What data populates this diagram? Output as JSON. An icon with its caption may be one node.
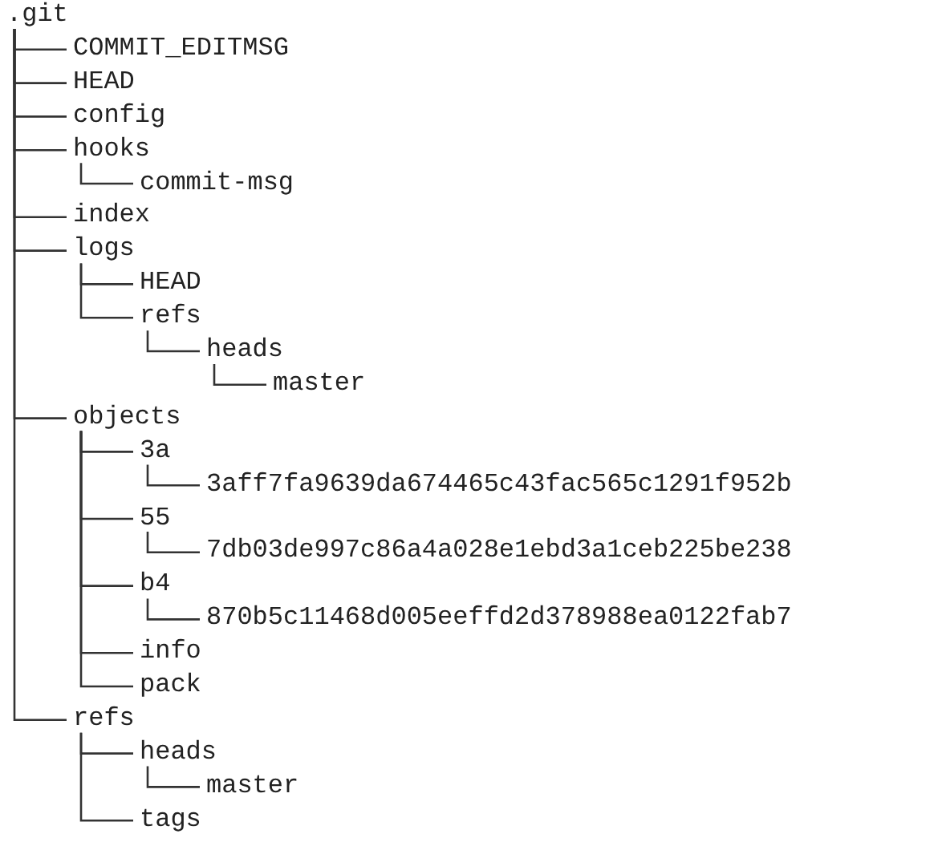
{
  "diagram": {
    "nodes": [
      {
        "text": [
          ".git"
        ]
      },
      {
        "text": [
          "COMMIT_EDITMSG"
        ]
      },
      {
        "text": [
          "HEAD"
        ]
      },
      {
        "text": [
          "config"
        ]
      },
      {
        "text": [
          "hooks"
        ]
      },
      {
        "text": [
          "commit-msg"
        ]
      },
      {
        "text": [
          "index"
        ]
      },
      {
        "text": [
          "logs"
        ]
      },
      {
        "text": [
          "HEAD"
        ]
      },
      {
        "text": [
          "refs"
        ]
      },
      {
        "text": [
          "heads"
        ]
      },
      {
        "text": [
          "master"
        ]
      },
      {
        "text": [
          "objects"
        ]
      },
      {
        "text": [
          "3a"
        ]
      },
      {
        "text": [
          "3aff7fa9639da674465c43fac565c1291f952b"
        ]
      },
      {
        "text": [
          "55"
        ]
      },
      {
        "text": [
          "7db03de997c86a4a028e1ebd3a1ceb225be238"
        ]
      },
      {
        "text": [
          "b4"
        ]
      },
      {
        "text": [
          "870b5c11468d005eeffd2d378988ea0122fab7"
        ]
      },
      {
        "text": [
          "info"
        ]
      },
      {
        "text": [
          "pack"
        ]
      },
      {
        "text": [
          "refs"
        ]
      },
      {
        "text": [
          "heads"
        ]
      },
      {
        "text": [
          "master"
        ]
      },
      {
        "text": [
          "tags"
        ]
      }
    ],
    "edges": [
      {
        "from": 0,
        "to": 1,
        "arrow": "none"
      },
      {
        "from": 0,
        "to": 2,
        "arrow": "none"
      },
      {
        "from": 0,
        "to": 3,
        "arrow": "none"
      },
      {
        "from": 0,
        "to": 4,
        "arrow": "none"
      },
      {
        "from": 4,
        "to": 5,
        "arrow": "none"
      },
      {
        "from": 0,
        "to": 6,
        "arrow": "none"
      },
      {
        "from": 0,
        "to": 7,
        "arrow": "none"
      },
      {
        "from": 7,
        "to": 8,
        "arrow": "none"
      },
      {
        "from": 7,
        "to": 9,
        "arrow": "none"
      },
      {
        "from": 9,
        "to": 10,
        "arrow": "none"
      },
      {
        "from": 10,
        "to": 11,
        "arrow": "none"
      },
      {
        "from": 0,
        "to": 12,
        "arrow": "none"
      },
      {
        "from": 12,
        "to": 13,
        "arrow": "none"
      },
      {
        "from": 13,
        "to": 14,
        "arrow": "none"
      },
      {
        "from": 12,
        "to": 15,
        "arrow": "none"
      },
      {
        "from": 15,
        "to": 16,
        "arrow": "none"
      },
      {
        "from": 12,
        "to": 17,
        "arrow": "none"
      },
      {
        "from": 17,
        "to": 18,
        "arrow": "none"
      },
      {
        "from": 12,
        "to": 19,
        "arrow": "none"
      },
      {
        "from": 12,
        "to": 20,
        "arrow": "none"
      },
      {
        "from": 0,
        "to": 21,
        "arrow": "none"
      },
      {
        "from": 21,
        "to": 22,
        "arrow": "none"
      },
      {
        "from": 22,
        "to": 23,
        "arrow": "none"
      },
      {
        "from": 21,
        "to": 24,
        "arrow": "none"
      }
    ]
  }
}
